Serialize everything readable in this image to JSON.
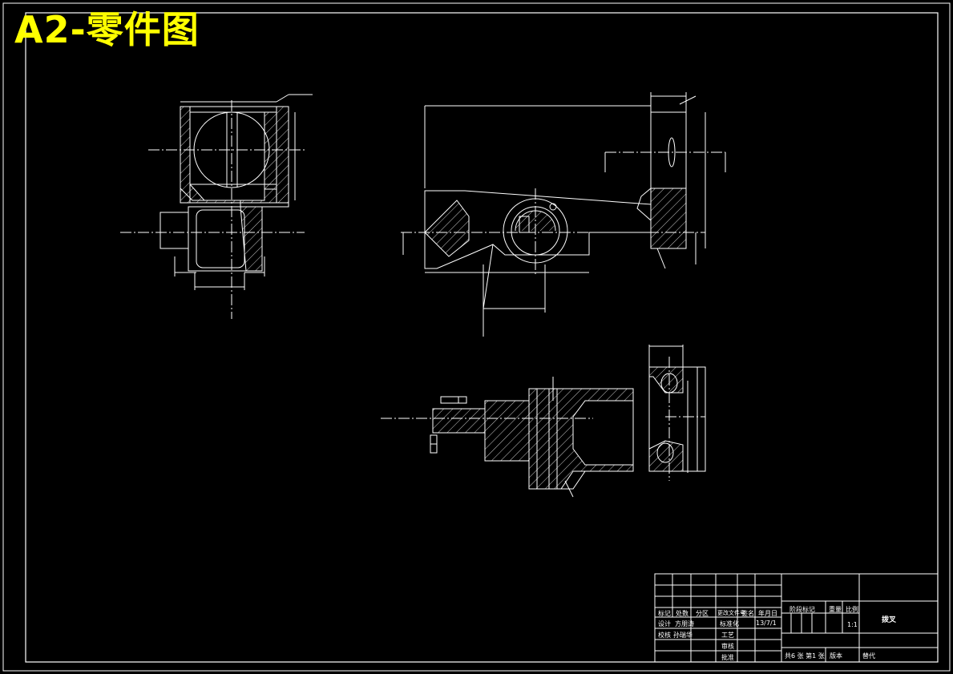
{
  "sheet": {
    "title": "A2-零件图"
  },
  "title_block": {
    "row_mark": "标记",
    "row_count": "处数",
    "row_zone": "分区",
    "row_doc": "更改文件号",
    "row_sign": "签名",
    "row_date": "年月日",
    "design_label": "设计",
    "designer": "方朋涛",
    "standard_label": "标准化",
    "date_value": "13/7/1",
    "check_label": "校核",
    "checker": "孙瑞华",
    "process_label": "工艺",
    "review_label": "审核",
    "approve_label": "批准",
    "stage_label": "阶段标记",
    "weight_label": "重量",
    "scale_label": "比例",
    "scale_value": "1:1",
    "part_name": "拨叉",
    "sheet_count": "共6 张 第1 张",
    "version_label": "版本",
    "replace_label": "替代"
  },
  "colors": {
    "line": "#ffffff",
    "title": "#ffff00",
    "background": "#000000"
  }
}
